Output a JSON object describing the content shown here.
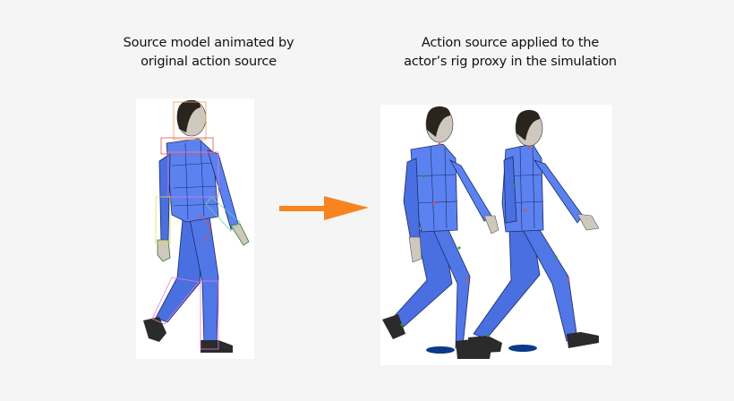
{
  "captions": {
    "left": {
      "line1": "Source model animated by",
      "line2": "original action source"
    },
    "right": {
      "line1": "Action source applied to the",
      "line2": "actor’s rig proxy in the simulation"
    }
  },
  "figures": {
    "left": {
      "description": "Single walking figure with colored bounding boxes (source model)"
    },
    "right": {
      "description": "Two walking figures with rig proxy joint markers and blue floor shadows"
    }
  },
  "arrow": {
    "direction": "right",
    "color": "#f7841f"
  },
  "colors": {
    "background": "#f5f5f5",
    "panel": "#ffffff",
    "body_blue": "#4a6fe0",
    "body_blue_light": "#5b82f0",
    "hair": "#2a241f",
    "skin": "#cfc8bd",
    "shoe": "#2b2b2b",
    "shadow": "#0a3a8a",
    "bbox_pink": "#e57bd8",
    "bbox_orange": "#e8a25a"
  }
}
